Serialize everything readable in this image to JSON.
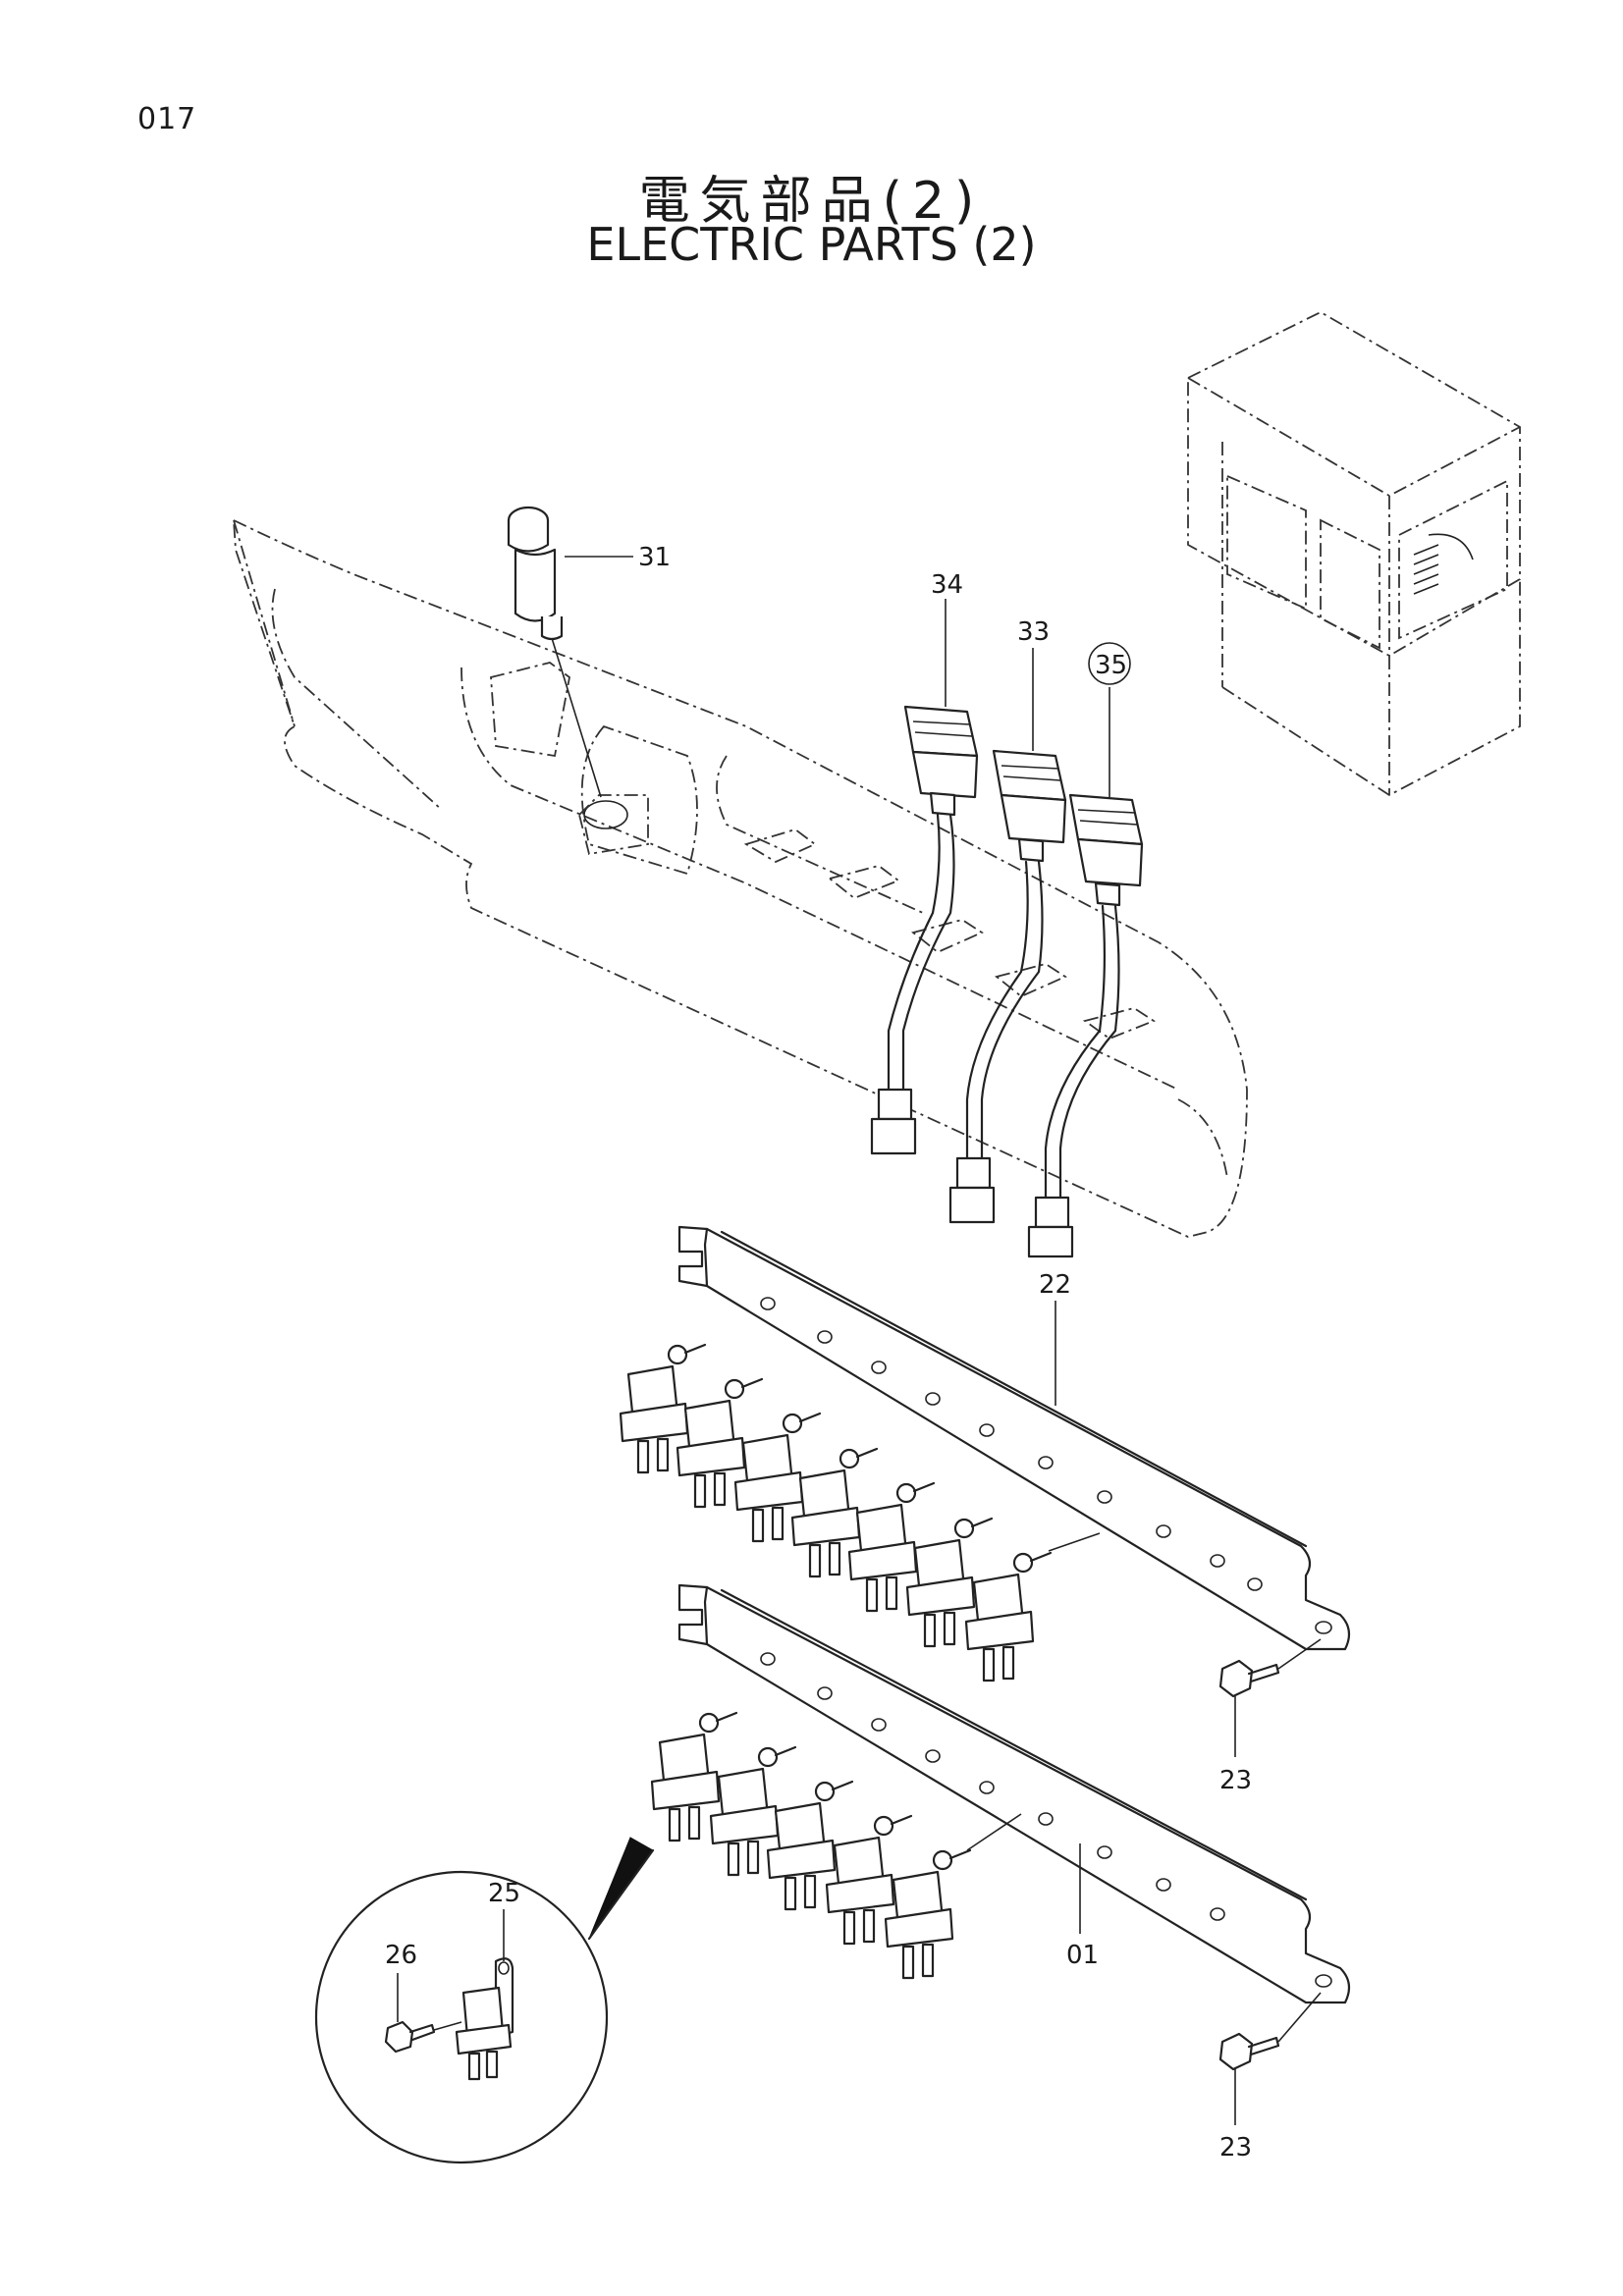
{
  "header": {
    "page_number": "017",
    "title_jp": "電気部品(2)",
    "title_en": "ELECTRIC PARTS (2)"
  },
  "callouts": {
    "p31": "31",
    "p34": "34",
    "p33": "33",
    "p35": "35",
    "p22": "22",
    "p23a": "23",
    "p01": "01",
    "p23b": "23",
    "p25": "25",
    "p26": "26"
  }
}
